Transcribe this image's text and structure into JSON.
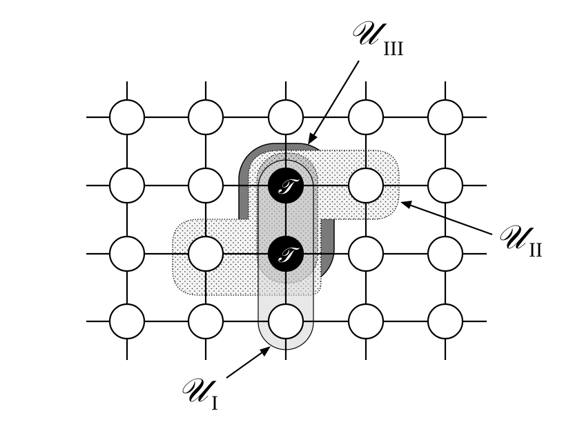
{
  "lattice": {
    "rows": 4,
    "cols": 5,
    "target_symbol": "𝒯"
  },
  "regions": {
    "u1": {
      "main": "𝒰",
      "sub": "I"
    },
    "u2": {
      "main": "𝒰",
      "sub": "II"
    },
    "u3": {
      "main": "𝒰",
      "sub": "III"
    }
  },
  "colors": {
    "u1_fill": "#d6d6d6",
    "u2_fill": "#f2f2f2",
    "u3_fill": "#7a7a7a",
    "target": "#000000"
  }
}
